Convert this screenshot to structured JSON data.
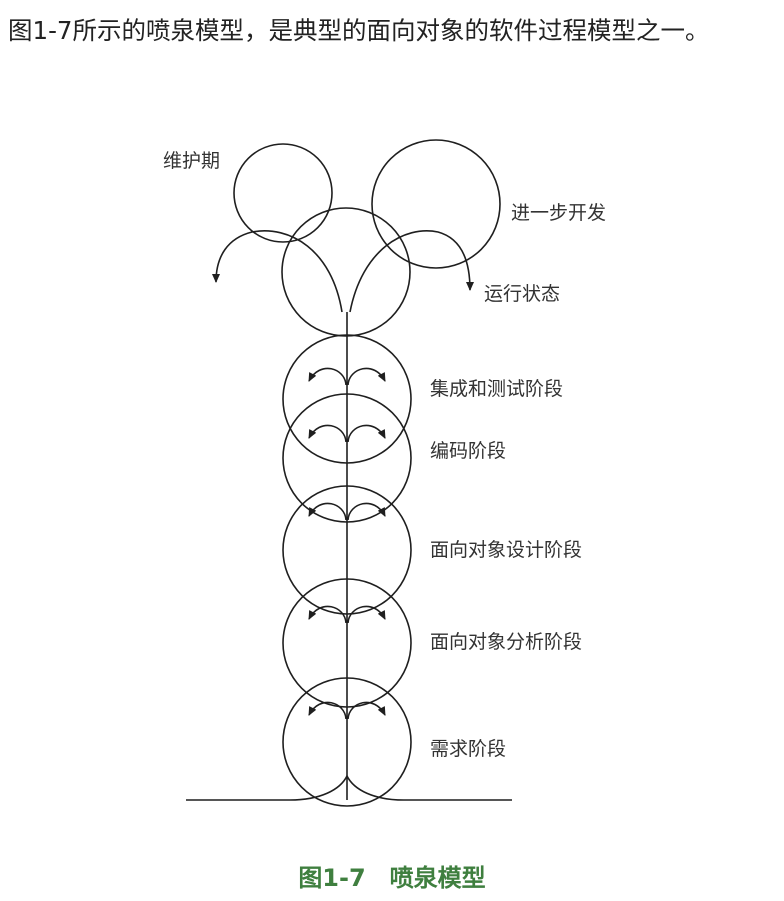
{
  "intro_text": "图1-7所示的喷泉模型，是典型的面向对象的软件过程模型之一。",
  "diagram": {
    "top_labels": {
      "maintenance": "维护期",
      "further_development": "进一步开发",
      "operation": "运行状态"
    },
    "stages": [
      {
        "label": "集成和测试阶段"
      },
      {
        "label": "编码阶段"
      },
      {
        "label": "面向对象设计阶段"
      },
      {
        "label": "面向对象分析阶段"
      },
      {
        "label": "需求阶段"
      }
    ]
  },
  "caption": "图1-7　喷泉模型"
}
